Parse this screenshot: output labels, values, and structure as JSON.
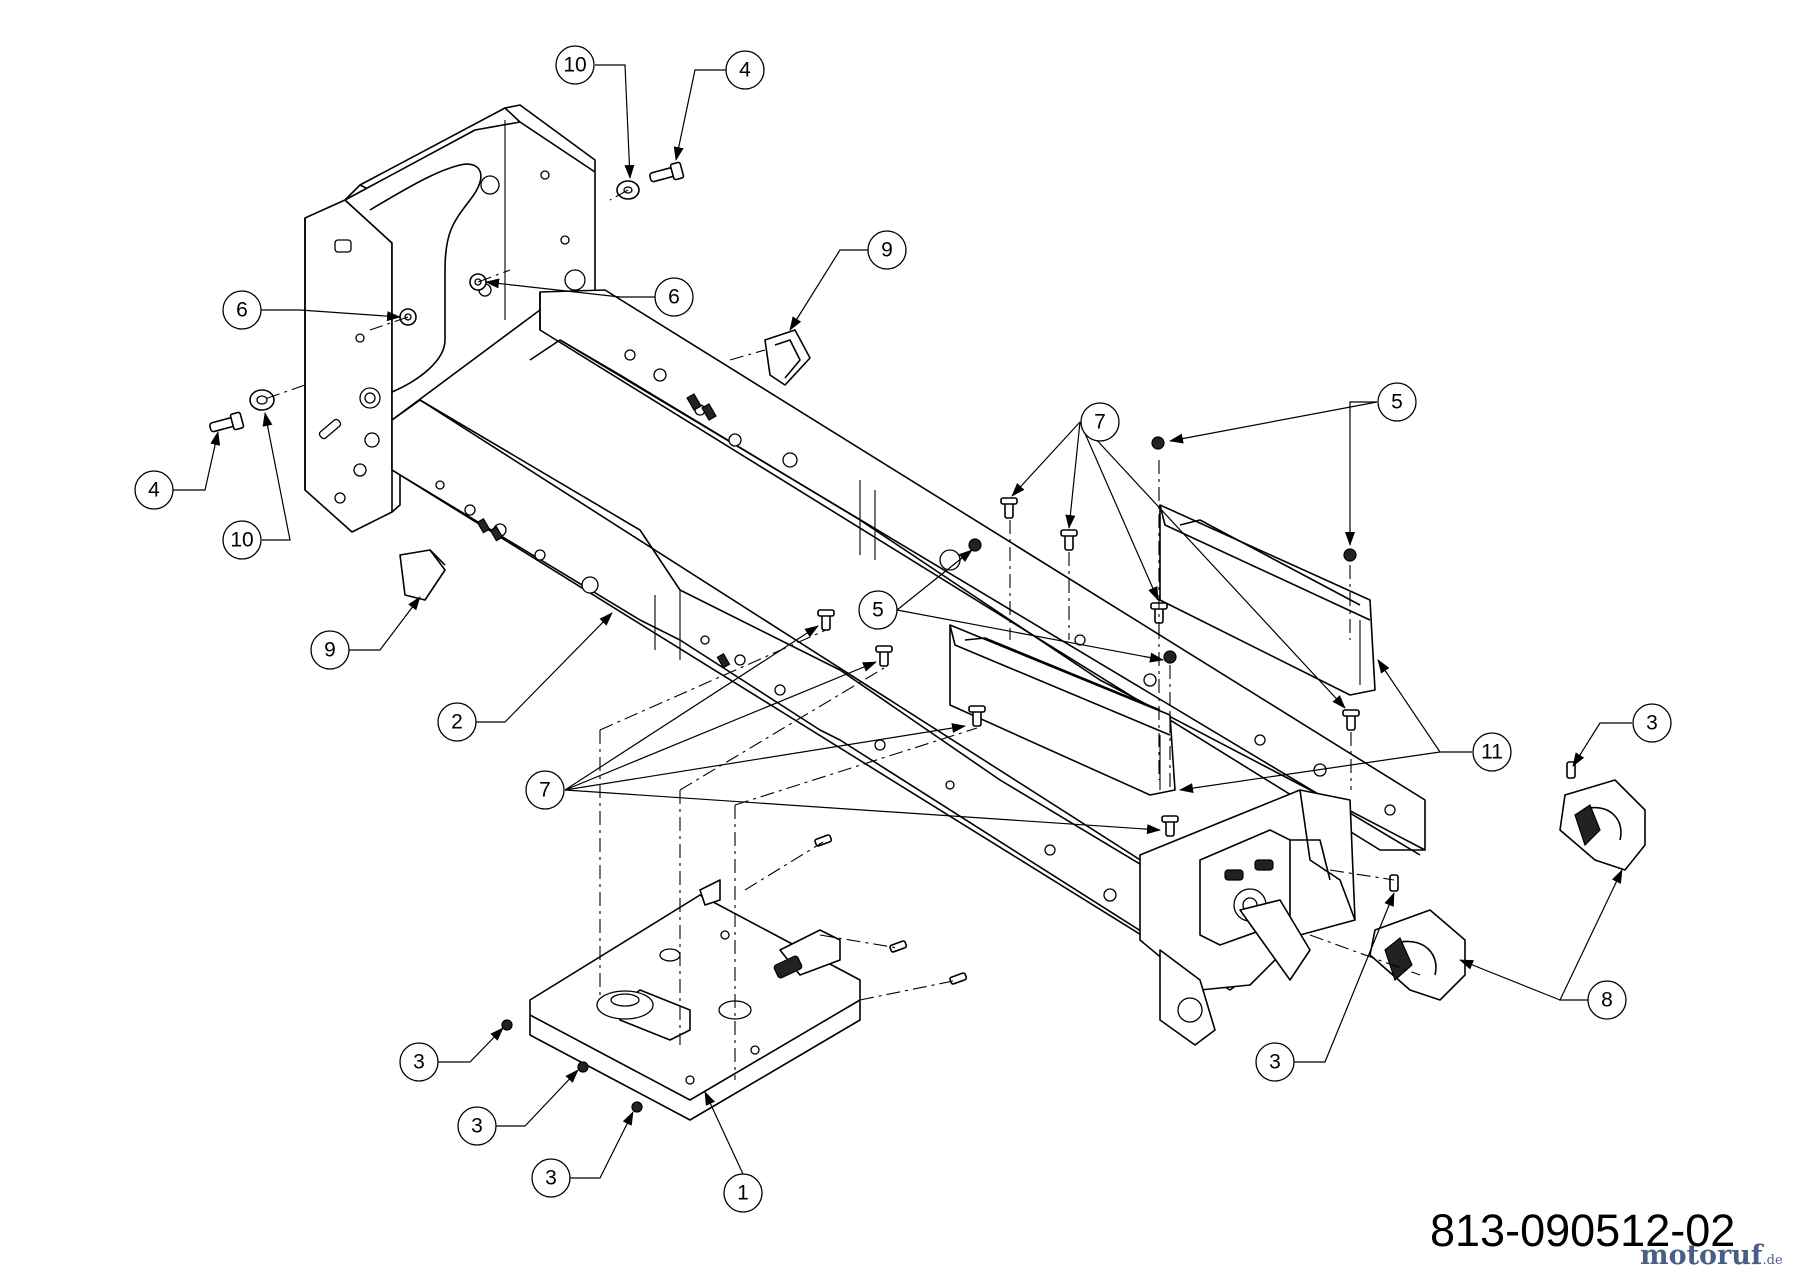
{
  "diagram": {
    "drawing_number": "813-090512-02",
    "watermark": "motoruf",
    "watermark_tld": ".de",
    "colors": {
      "line": "#000000",
      "background": "#ffffff",
      "watermark": "#4a5f86"
    },
    "callouts": [
      {
        "id": "c10-top",
        "label": "10"
      },
      {
        "id": "c4-top",
        "label": "4"
      },
      {
        "id": "c9-top",
        "label": "9"
      },
      {
        "id": "c6-left",
        "label": "6"
      },
      {
        "id": "c6-right",
        "label": "6"
      },
      {
        "id": "c4-left",
        "label": "4"
      },
      {
        "id": "c10-left",
        "label": "10"
      },
      {
        "id": "c5-right",
        "label": "5"
      },
      {
        "id": "c7-right",
        "label": "7"
      },
      {
        "id": "c5-middle",
        "label": "5"
      },
      {
        "id": "c9-left",
        "label": "9"
      },
      {
        "id": "c2",
        "label": "2"
      },
      {
        "id": "c7-left",
        "label": "7"
      },
      {
        "id": "c11",
        "label": "11"
      },
      {
        "id": "c3-right-top",
        "label": "3"
      },
      {
        "id": "c8",
        "label": "8"
      },
      {
        "id": "c3-bottom-right",
        "label": "3"
      },
      {
        "id": "c3-left-1",
        "label": "3"
      },
      {
        "id": "c3-left-2",
        "label": "3"
      },
      {
        "id": "c3-left-3",
        "label": "3"
      },
      {
        "id": "c1",
        "label": "1"
      }
    ]
  }
}
